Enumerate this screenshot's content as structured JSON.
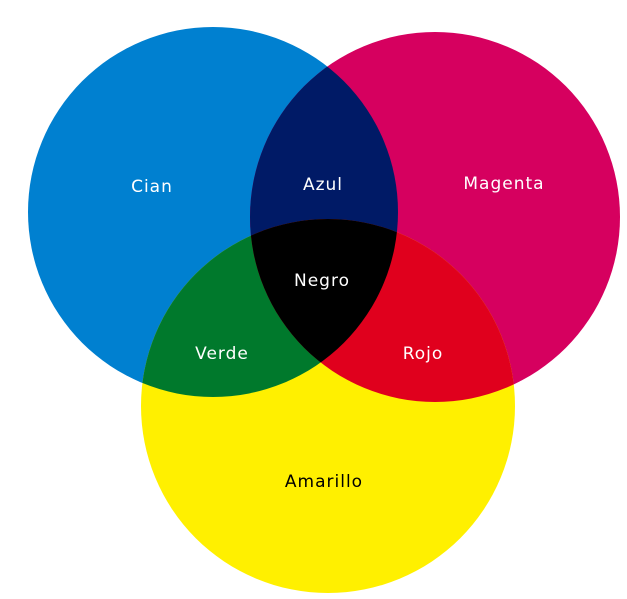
{
  "colors": {
    "cyan": "#0080D0",
    "magenta": "#D6005F",
    "yellow": "#FFF000",
    "blue": "#001A66",
    "green": "#00792C",
    "red": "#E0001D",
    "black": "#000000",
    "text_light": "#FFFFFF",
    "text_dark": "#000000"
  },
  "labels": {
    "cyan": "Cian",
    "magenta": "Magenta",
    "yellow": "Amarillo",
    "blue": "Azul",
    "green": "Verde",
    "red": "Rojo",
    "black": "Negro"
  }
}
